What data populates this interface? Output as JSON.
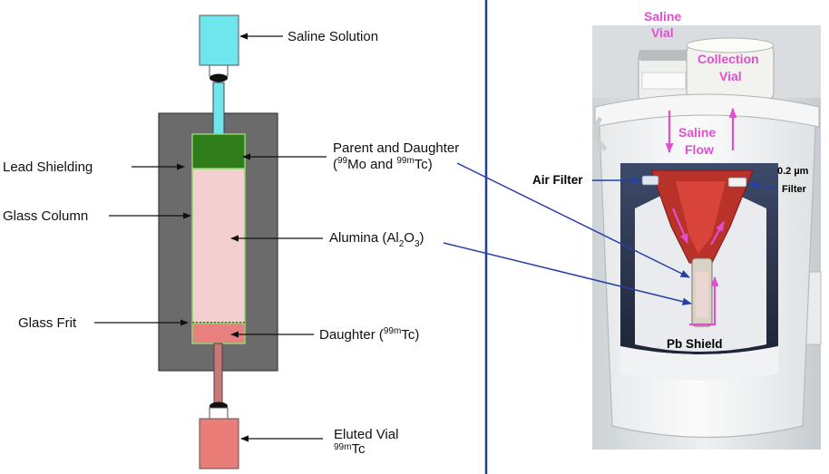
{
  "left_diagram": {
    "labels": {
      "saline_solution": "Saline Solution",
      "lead_shielding": "Lead Shielding",
      "glass_column": "Glass Column",
      "glass_frit": "Glass Frit",
      "parent_daughter_line1": "Parent and Daughter",
      "parent_daughter_open": "(",
      "sup_99": "99",
      "mo_and": "Mo and ",
      "sup_99m": "99m",
      "tc_close": "Tc)",
      "alumina": "Alumina (Al",
      "sub_2": "2",
      "o": "O",
      "sub_3": "3",
      "close_paren": ")",
      "daughter": "Daughter (",
      "daughter_sup": "99m",
      "daughter_tc": "Tc)",
      "eluted_vial": "Eluted Vial",
      "eluted_sup": "99m",
      "eluted_tc": "Tc"
    }
  },
  "right_photo": {
    "labels": {
      "saline_vial_1": "Saline",
      "saline_vial_2": "Vial",
      "collection_vial_1": "Collection",
      "collection_vial_2": "Vial",
      "saline_flow_1": "Saline",
      "saline_flow_2": "Flow",
      "air_filter": "Air Filter",
      "filter_size": "0.2 µm",
      "filter": "Filter",
      "pb_shield": "Pb Shield"
    }
  },
  "colors": {
    "saline": "#6fe6ee",
    "shield": "#6b6b6b",
    "parent_band": "#2e7d1a",
    "alumina": "#f3cfcf",
    "daughter": "#e88080",
    "eluted_vial": "#ea7d78",
    "divider": "#1f3b9c",
    "pointer": "#2540a6",
    "magenta": "#e04fd0"
  }
}
